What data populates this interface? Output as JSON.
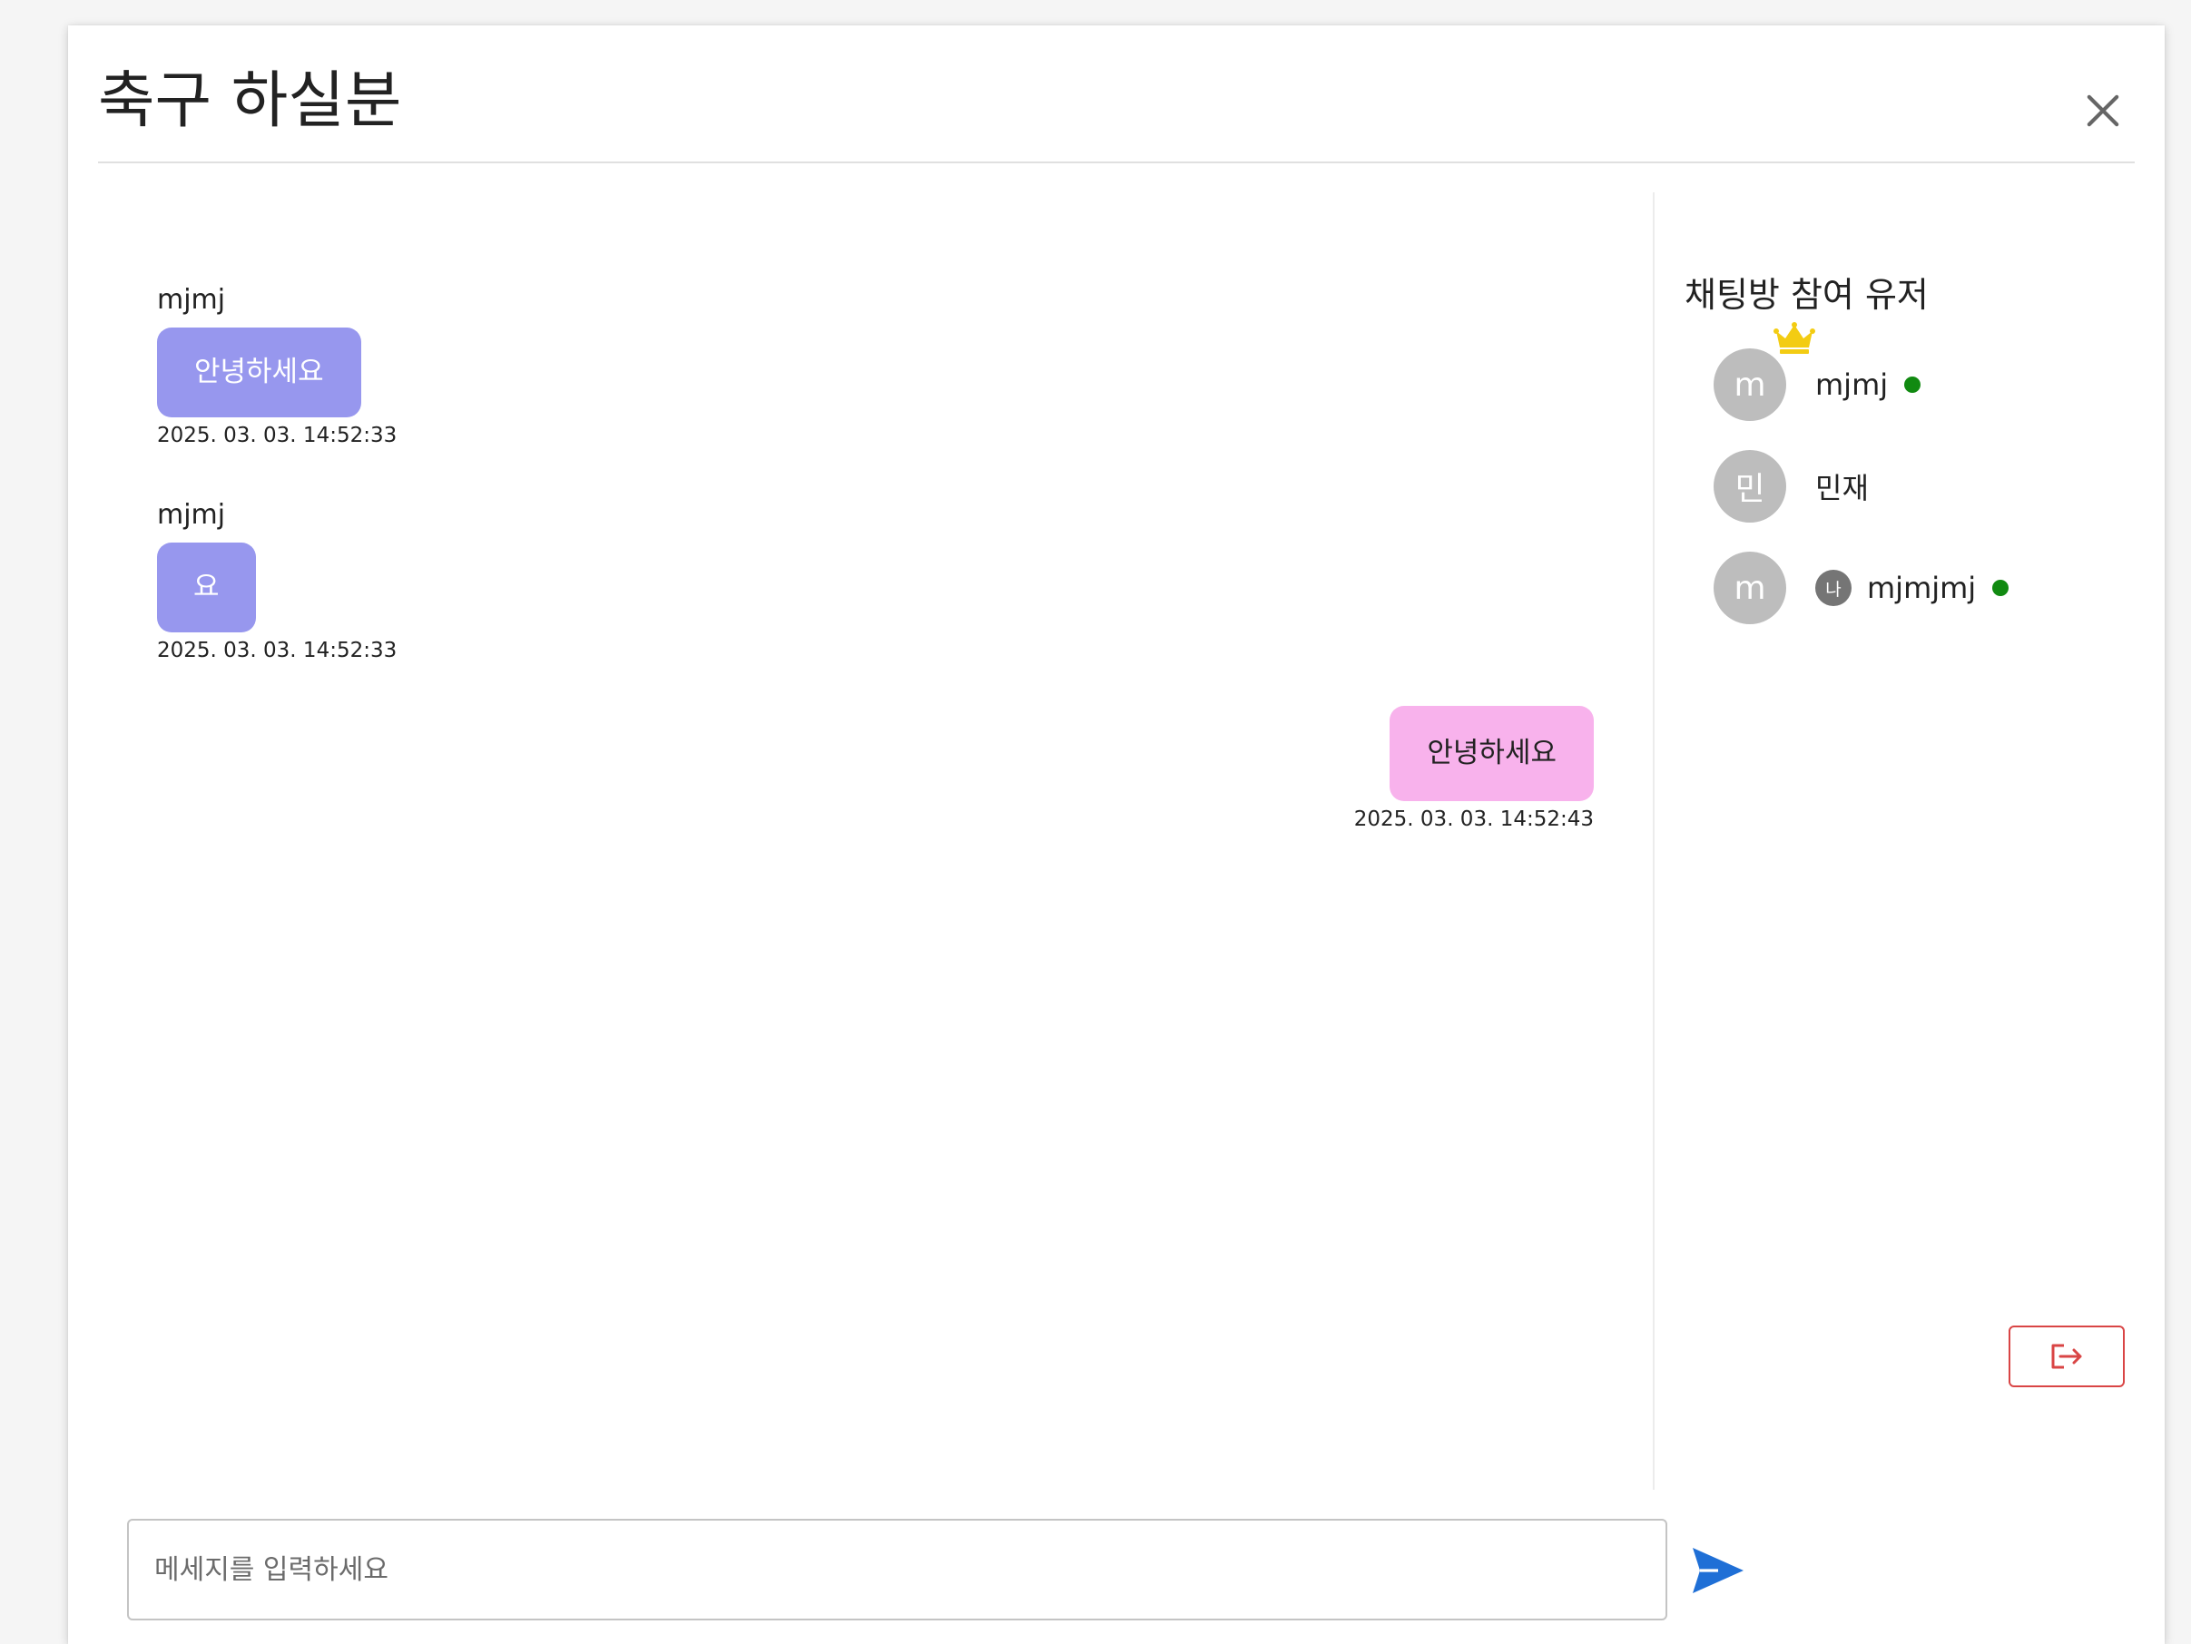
{
  "dialog": {
    "title": "축구 하실분",
    "close_icon": "close-icon"
  },
  "messages": [
    {
      "sender": "mjmj",
      "text": "안녕하세요",
      "time": "2025. 03. 03. 14:52:33",
      "mine": false
    },
    {
      "sender": "mjmj",
      "text": "요",
      "time": "2025. 03. 03. 14:52:33",
      "mine": false
    },
    {
      "sender": "",
      "text": "안녕하세요",
      "time": "2025. 03. 03. 14:52:43",
      "mine": true
    }
  ],
  "users_panel": {
    "title": "채팅방 참여 유저",
    "users": [
      {
        "avatar_letter": "m",
        "name": "mjmj",
        "is_owner": true,
        "is_me": false,
        "online": true
      },
      {
        "avatar_letter": "민",
        "name": "민재",
        "is_owner": false,
        "is_me": false,
        "online": false
      },
      {
        "avatar_letter": "m",
        "name": "mjmjmj",
        "is_owner": false,
        "is_me": true,
        "me_label": "나",
        "online": true
      }
    ],
    "leave_icon": "logout-icon"
  },
  "composer": {
    "placeholder": "메세지를 입력하세요",
    "value": "",
    "send_icon": "send-icon"
  },
  "colors": {
    "other_bubble": "#9797ee",
    "my_bubble": "#f8b2ec",
    "online": "#118a11",
    "crown": "#f3cc13",
    "leave_button": "#d94545",
    "send_icon": "#1f6fd6",
    "avatar": "#bdbdbd"
  }
}
